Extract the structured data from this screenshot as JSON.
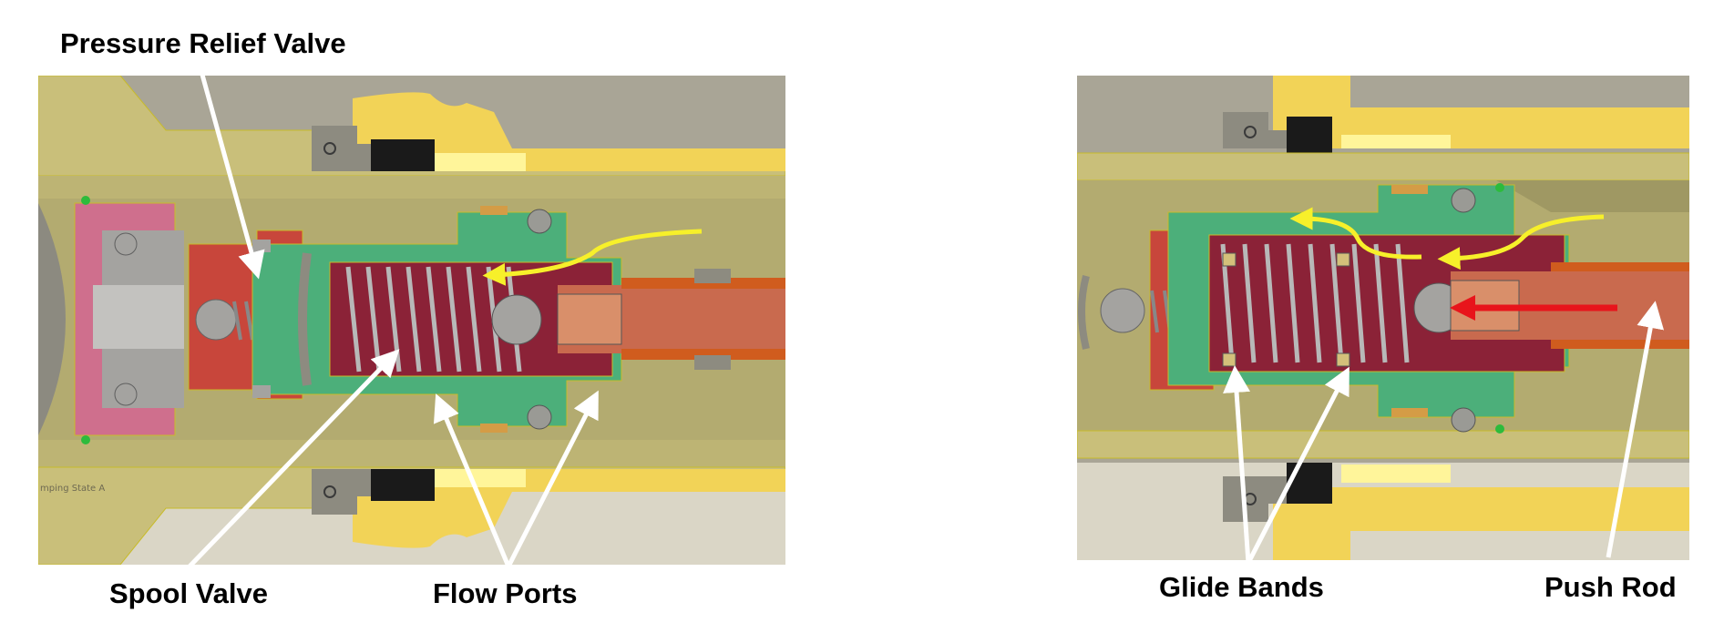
{
  "labels": {
    "pressure_relief_valve": "Pressure Relief Valve",
    "spool_valve": "Spool Valve",
    "flow_ports": "Flow Ports",
    "glide_bands": "Glide Bands",
    "push_rod": "Push Rod"
  },
  "left_panel": {
    "watermark": "mping State A"
  },
  "colors": {
    "housing_olive": "#c9bf7a",
    "housing_gray": "#a9a596",
    "seal_yellow": "#f2d357",
    "spool_green": "#4caf7a",
    "spring_chamber": "#8b2237",
    "relief_red": "#c8463b",
    "pink_body": "#cf6f8d",
    "rod_salmon": "#c96a4e",
    "flow_arrow_yellow": "#f7f02a",
    "push_arrow_red": "#e8141b",
    "callout_white": "#ffffff"
  }
}
